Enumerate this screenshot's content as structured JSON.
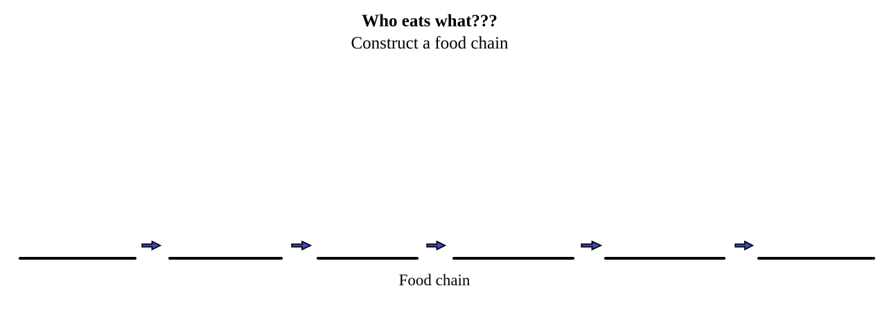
{
  "header": {
    "title": "Who eats what???",
    "subtitle": "Construct a food chain"
  },
  "food_chain": {
    "caption": "Food chain",
    "blank_count": 6,
    "arrow_count": 5,
    "blanks": [
      "",
      "",
      "",
      "",
      "",
      ""
    ],
    "arrow_color": "#3B49C6",
    "arrow_outline_color": "#000000",
    "blank_line_color": "#000000"
  },
  "colors": {
    "background": "#FFFFFF",
    "text": "#000000"
  }
}
